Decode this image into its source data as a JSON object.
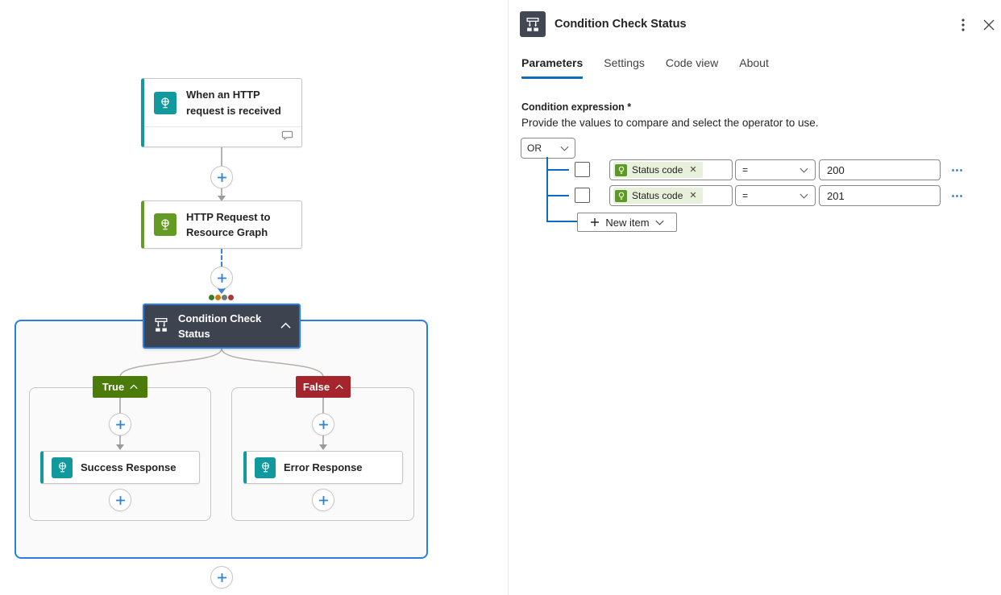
{
  "colors": {
    "accent_blue": "#0f6cbd",
    "selection_blue": "#2a7de1",
    "teal_connector": "#11999e",
    "green_connector": "#649b24",
    "condition_dark": "#3d4450",
    "true_green": "#4b7b0b",
    "false_red": "#a4262c",
    "status_dots": [
      "#3a7d23",
      "#cc7a00",
      "#757575",
      "#b13431"
    ]
  },
  "icons": {
    "panel_header": "condition-icon",
    "trigger": "http-request-icon",
    "http_action": "http-icon",
    "trigger_footer": "comment-icon",
    "token": "dynamic-content-icon"
  },
  "canvas": {
    "trigger_card": {
      "title": "When an HTTP request is received"
    },
    "http_card": {
      "title": "HTTP Request to Resource Graph"
    },
    "condition_card": {
      "title": "Condition Check Status"
    },
    "true_branch": {
      "badge": "True",
      "card_title": "Success Response"
    },
    "false_branch": {
      "badge": "False",
      "card_title": "Error Response"
    }
  },
  "panel": {
    "title": "Condition Check Status",
    "tabs": [
      {
        "label": "Parameters"
      },
      {
        "label": "Settings"
      },
      {
        "label": "Code view"
      },
      {
        "label": "About"
      }
    ],
    "condition_label": "Condition expression *",
    "description": "Provide the values to compare and select the operator to use.",
    "group_operator": "OR",
    "rows": [
      {
        "token": "Status code",
        "operator": "=",
        "value": "200"
      },
      {
        "token": "Status code",
        "operator": "=",
        "value": "201"
      }
    ],
    "new_item": "New item",
    "row_menu": "⋯"
  }
}
